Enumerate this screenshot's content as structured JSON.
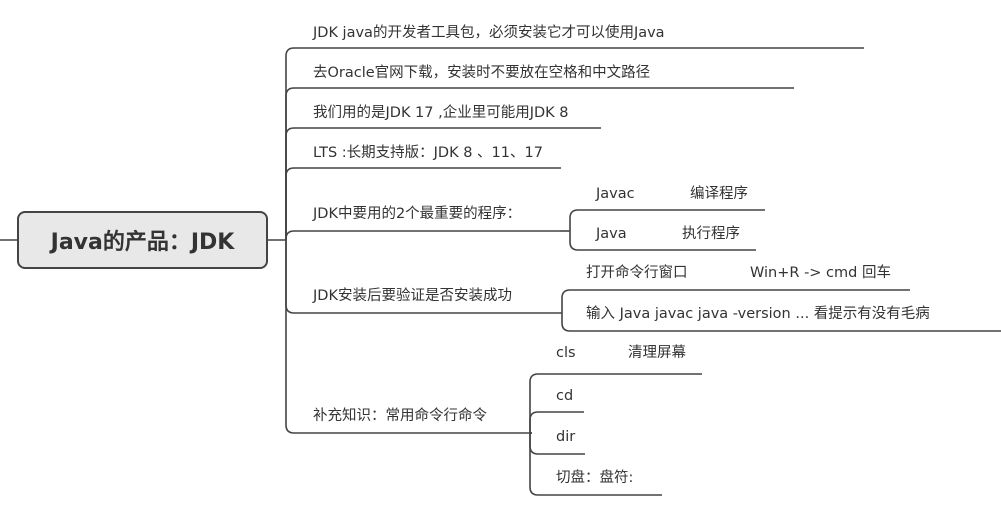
{
  "root": {
    "label": "Java的产品：JDK"
  },
  "branches": [
    {
      "label": "JDK java的开发者工具包，必须安装它才可以使用Java"
    },
    {
      "label": "去Oracle官网下载，安装时不要放在空格和中文路径"
    },
    {
      "label": "我们用的是JDK 17 ,企业里可能用JDK 8"
    },
    {
      "label": "LTS :长期支持版：JDK 8 、11、17"
    },
    {
      "label": "JDK中要用的2个最重要的程序：",
      "children": [
        {
          "label": "Javac",
          "note": "编译程序"
        },
        {
          "label": "Java",
          "note": "执行程序"
        }
      ]
    },
    {
      "label": "JDK安装后要验证是否安装成功",
      "children": [
        {
          "label": "打开命令行窗口",
          "note": "Win+R -> cmd 回车"
        },
        {
          "label": "输入 Java  javac  java -version ... 看提示有没有毛病"
        }
      ]
    },
    {
      "label": "补充知识：常用命令行命令",
      "children": [
        {
          "label": "cls",
          "note": "清理屏幕"
        },
        {
          "label": "cd"
        },
        {
          "label": "dir"
        },
        {
          "label": "切盘：盘符:"
        }
      ]
    }
  ]
}
